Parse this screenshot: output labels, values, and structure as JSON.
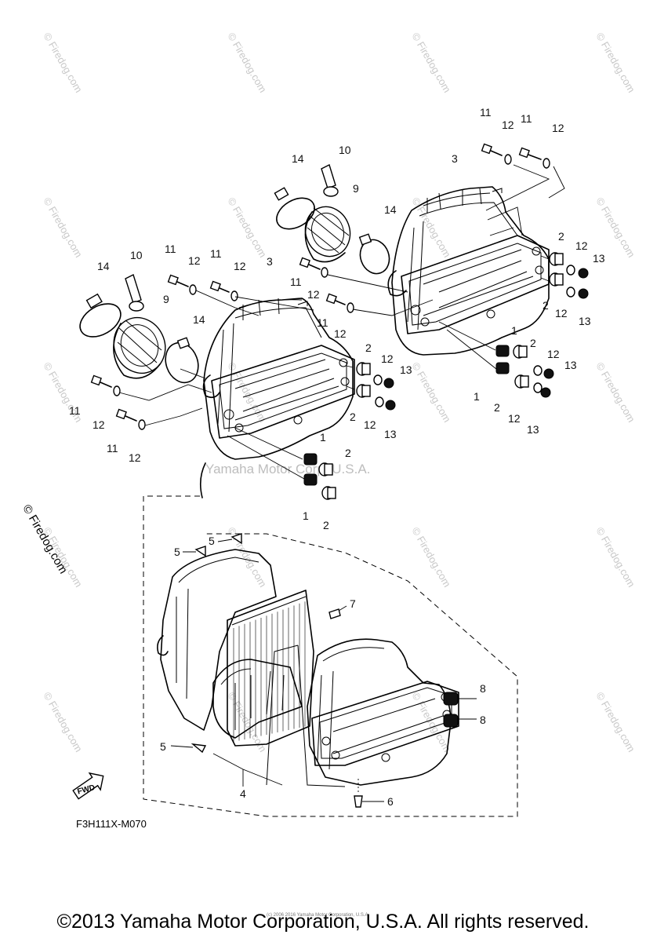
{
  "watermarks": {
    "site": "© Firedog.com",
    "center": "Yamaha Motor Corp, U.S.A."
  },
  "diagram_code": "F3H111X-M070",
  "fwd_arrow_label": "FWD",
  "footer": {
    "copyright": "©2013 Yamaha Motor Corporation, U.S.A. All rights reserved.",
    "tiny": "(c) 2006 2016 Yamaha Motor Corporation, U.S.A."
  },
  "callouts": {
    "c1": "1",
    "c2": "2",
    "c3": "3",
    "c4": "4",
    "c5": "5",
    "c6": "6",
    "c7": "7",
    "c8": "8",
    "c9": "9",
    "c10": "10",
    "c11": "11",
    "c12": "12",
    "c13": "13",
    "c14": "14"
  },
  "colors": {
    "line": "#000000",
    "watermark": "#c9c9c9",
    "background": "#ffffff"
  }
}
